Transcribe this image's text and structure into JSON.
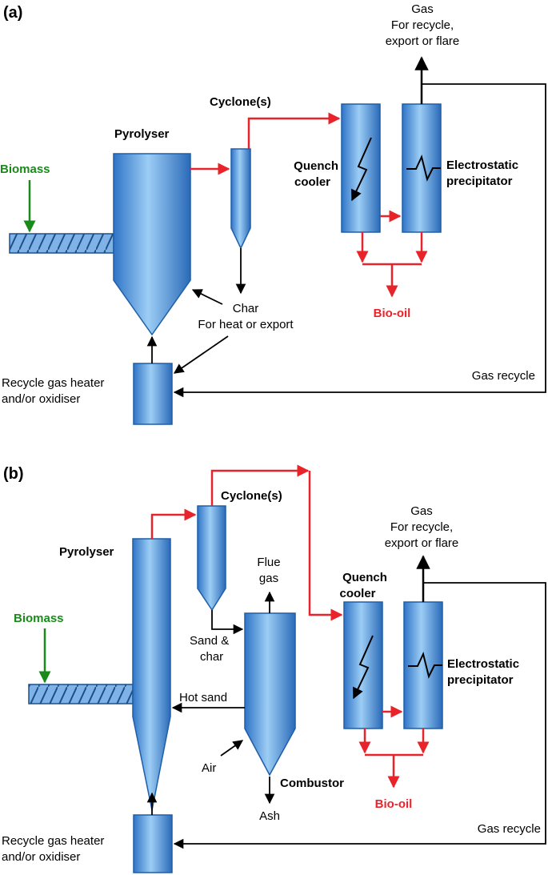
{
  "colors": {
    "vessel_fill_light": "#a9d4f7",
    "vessel_fill_dark": "#3a7fd0",
    "vessel_stroke": "#1f5fa8",
    "hot_flow": "#e8232a",
    "biomass": "#1a8a1a",
    "line": "#000000"
  },
  "panel_a": {
    "tag": "(a)",
    "pyrolyser": "Pyrolyser",
    "biomass": "Biomass",
    "cyclone": "Cyclone(s)",
    "quench_1": "Quench",
    "quench_2": "cooler",
    "esp_1": "Electrostatic",
    "esp_2": "precipitator",
    "gas_1": "Gas",
    "gas_2": "For recycle,",
    "gas_3": "export or flare",
    "bio_oil": "Bio-oil",
    "char_1": "Char",
    "char_2": "For heat or export",
    "gas_recycle": "Gas recycle",
    "heater_1": "Recycle gas heater",
    "heater_2": "and/or oxidiser"
  },
  "panel_b": {
    "tag": "(b)",
    "pyrolyser": "Pyrolyser",
    "biomass": "Biomass",
    "cyclone": "Cyclone(s)",
    "flue_1": "Flue",
    "flue_2": "gas",
    "sand_char_1": "Sand &",
    "sand_char_2": "char",
    "hot_sand": "Hot sand",
    "air": "Air",
    "combustor": "Combustor",
    "ash": "Ash",
    "quench_1": "Quench",
    "quench_2": "cooler",
    "esp_1": "Electrostatic",
    "esp_2": "precipitator",
    "gas_1": "Gas",
    "gas_2": "For recycle,",
    "gas_3": "export or flare",
    "bio_oil": "Bio-oil",
    "gas_recycle": "Gas recycle",
    "heater_1": "Recycle gas heater",
    "heater_2": "and/or oxidiser"
  }
}
